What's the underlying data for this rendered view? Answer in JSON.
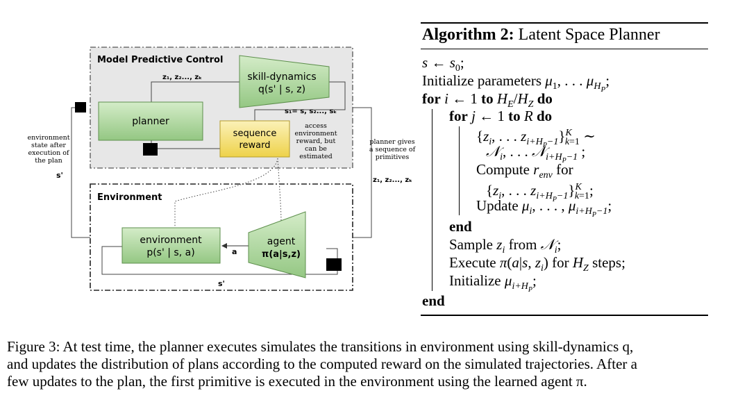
{
  "diagram": {
    "mpc_title": "Model Predictive Control",
    "env_title": "Environment",
    "skill_dynamics": {
      "line1": "skill-dynamics",
      "line2": "q(s' | s, z)"
    },
    "planner": "planner",
    "sequence_reward": {
      "line1": "sequence",
      "line2": "reward"
    },
    "z_seq_top": "z₁, z₂..., zₖ",
    "s_seq": "s₁= s, s₂..., sₖ",
    "access_note": [
      "access",
      "environment",
      "reward, but",
      "can be",
      "estimated"
    ],
    "env_state_note": [
      "environment",
      "state after",
      "execution of",
      "the plan"
    ],
    "s_prime_left": "s'",
    "planner_gives_note": [
      "planner gives",
      "a sequence of",
      "primitives"
    ],
    "z_seq_right": "z₁, z₂..., zₖ",
    "environment_box": {
      "line1": "environment",
      "line2": "p(s' | s, a)"
    },
    "agent_box": {
      "line1": "agent",
      "line2": "π(a|s,z)"
    },
    "a_label": "a",
    "s_prime_bottom": "s'",
    "colors": {
      "green": "#a9d49a",
      "yellow": "#f3df6a",
      "mpc_bg": "#e6e6e6"
    }
  },
  "algorithm": {
    "title_bold": "Algorithm 2:",
    "title_rest": " Latent Space Planner",
    "lines": [
      "s ← s₀;",
      "Initialize parameters μ₁, . . . μ_{H_P};",
      "for i ← 1 to H_E/H_Z do",
      "for j ← 1 to R do",
      "{z_i, . . . z_{i+H_P−1}}^K_{k=1} ∼",
      "𝒩_i, . . . 𝒩_{i+H_P−1} ;",
      "Compute r_env for",
      "{z_i, . . . z_{i+H_P−1}}^K_{k=1};",
      "Update μ_i, . . . , μ_{i+H_P−1};",
      "end",
      "Sample z_i from 𝒩_i;",
      "Execute π(a|s, z_i) for H_Z steps;",
      "Initialize μ_{i+H_P};",
      "end"
    ]
  },
  "caption": {
    "lines": [
      "Figure 3: At test time, the planner executes simulates the transitions in environment using skill-dynamics q,",
      "and updates the distribution of plans according to the computed reward on the simulated trajectories. After a",
      "few updates to the plan, the first primitive is executed in the environment using the learned agent π."
    ]
  }
}
